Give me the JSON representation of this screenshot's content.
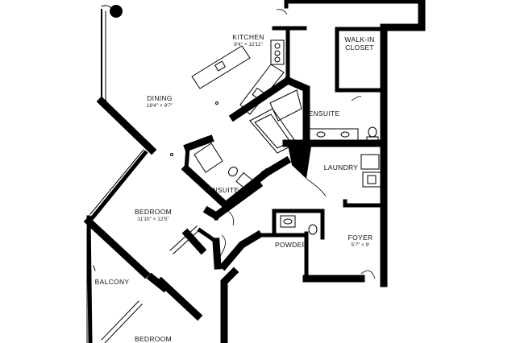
{
  "rooms": {
    "kitchen": {
      "name": "KITCHEN",
      "dim": "9'4\" × 12'11\""
    },
    "dining": {
      "name": "DINING",
      "dim": "18'4\" × 9'7\""
    },
    "walkin": {
      "name_line1": "WALK-IN",
      "name_line2": "CLOSET"
    },
    "ensuite_main": {
      "name": "ENSUITE"
    },
    "laundry": {
      "name": "LAUNDRY"
    },
    "ensuite_second": {
      "name": "ENSUITE"
    },
    "bedroom": {
      "name": "BEDROOM",
      "dim": "11'10\" × 12'5\""
    },
    "powder": {
      "name": "POWDER"
    },
    "foyer": {
      "name": "FOYER",
      "dim": "5'7\" × 9'"
    },
    "balcony": {
      "name": "BALCONY"
    },
    "bedroom_lower": {
      "name": "BEDROOM"
    }
  }
}
